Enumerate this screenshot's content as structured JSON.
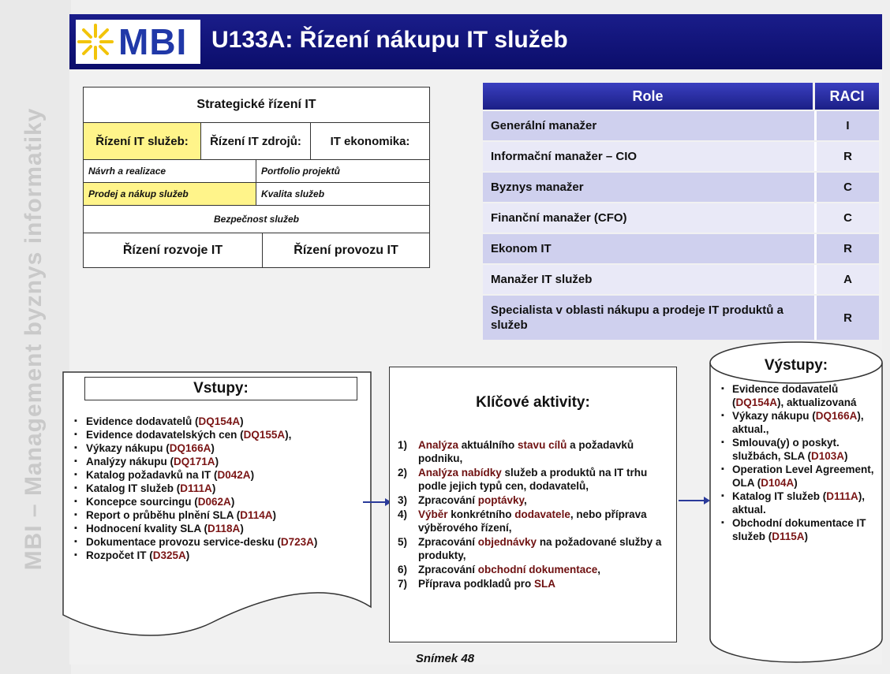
{
  "header": {
    "logo_text": "MBI",
    "title": "U133A: Řízení nákupu IT služeb"
  },
  "side_label": "MBI – Management byznys informatiky",
  "matrix": {
    "top": "Strategické řízení IT",
    "c1": "Řízení IT služeb:",
    "c2": "Řízení IT zdrojů:",
    "c3": "IT ekonomika:",
    "r3a": "Návrh a realizace",
    "r3b": "Portfolio projektů",
    "r4a": "Prodej a nákup služeb",
    "r4b": "Kvalita služeb",
    "r5": "Bezpečnost služeb",
    "r6a": "Řízení rozvoje IT",
    "r6b": "Řízení provozu IT"
  },
  "raci": {
    "head_role": "Role",
    "head_raci": "RACI",
    "rows": [
      {
        "role": "Generální manažer",
        "val": "I"
      },
      {
        "role": "Informační manažer – CIO",
        "val": "R"
      },
      {
        "role": "Byznys manažer",
        "val": "C"
      },
      {
        "role": "Finanční manažer (CFO)",
        "val": "C"
      },
      {
        "role": "Ekonom IT",
        "val": "R"
      },
      {
        "role": "Manažer IT služeb",
        "val": "A"
      },
      {
        "role": "Specialista v oblasti nákupu a prodeje IT produktů a služeb",
        "val": "R"
      }
    ]
  },
  "inputs": {
    "title": "Vstupy:",
    "items": [
      {
        "text": "Evidence dodavatelů (",
        "code": "DQ154A",
        "tail": ")"
      },
      {
        "text": "Evidence dodavatelských cen (",
        "code": "DQ155A",
        "tail": "),"
      },
      {
        "text": "Výkazy nákupu (",
        "code": "DQ166A",
        "tail": ")"
      },
      {
        "text": "Analýzy nákupu (",
        "code": "DQ171A",
        "tail": ")"
      },
      {
        "text": "Katalog požadavků na IT (",
        "code": "D042A",
        "tail": ")"
      },
      {
        "text": "Katalog IT služeb (",
        "code": "D111A",
        "tail": ")"
      },
      {
        "text": "Koncepce sourcingu (",
        "code": "D062A",
        "tail": ")"
      },
      {
        "text": "Report o průběhu plnění SLA (",
        "code": "D114A",
        "tail": ")"
      },
      {
        "text": "Hodnocení kvality SLA (",
        "code": "D118A",
        "tail": ")"
      },
      {
        "text": "Dokumentace provozu service-desku (",
        "code": "D723A",
        "tail": ")"
      },
      {
        "text": "Rozpočet IT (",
        "code": "D325A",
        "tail": ")"
      }
    ]
  },
  "activities": {
    "title": "Klíčové aktivity:",
    "items": [
      {
        "n": "1)",
        "a": "Analýza",
        "b": " aktuálního ",
        "c": "stavu cílů",
        "d": " a požadavků podniku,"
      },
      {
        "n": "2)",
        "a": "Analýza nabídky",
        "b": " služeb a produktů na IT trhu podle jejich typů cen, dodavatelů,",
        "c": "",
        "d": ""
      },
      {
        "n": "3)",
        "a": "Zpracování ",
        "b": "",
        "c": "poptávky",
        "d": ","
      },
      {
        "n": "4)",
        "a": "Výběr",
        "b": " konkrétního ",
        "c": "dodavatele",
        "d": ", nebo příprava výběrového řízení,"
      },
      {
        "n": "5)",
        "a": "Zpracování ",
        "b": "",
        "c": "objednávky",
        "d": " na požadované služby a produkty,"
      },
      {
        "n": "6)",
        "a": "Zpracování ",
        "b": "",
        "c": "obchodní dokumentace",
        "d": ","
      },
      {
        "n": "7)",
        "a": "Příprava podkladů pro ",
        "b": "",
        "c": "SLA",
        "d": ""
      }
    ]
  },
  "outputs": {
    "title": "Výstupy:",
    "items": [
      {
        "text": "Evidence dodavatelů (",
        "code": "DQ154A",
        "tail": "), aktualizovaná"
      },
      {
        "text": "Výkazy nákupu (",
        "code": "DQ166A",
        "tail": "), aktual.,"
      },
      {
        "text": "Smlouva(y) o poskyt. službách, SLA (",
        "code": "D103A",
        "tail": ")"
      },
      {
        "text": "Operation Level Agreement, OLA (",
        "code": "D104A",
        "tail": ")"
      },
      {
        "text": "Katalog IT služeb (",
        "code": "D111A",
        "tail": "), aktual."
      },
      {
        "text": "Obchodní dokumentace IT služeb (",
        "code": "D115A",
        "tail": ")"
      }
    ]
  },
  "footer": "Snímek 48",
  "colors": {
    "header_bg": "#0b0d6b",
    "highlight": "#fff48a",
    "code": "#7a1414"
  }
}
